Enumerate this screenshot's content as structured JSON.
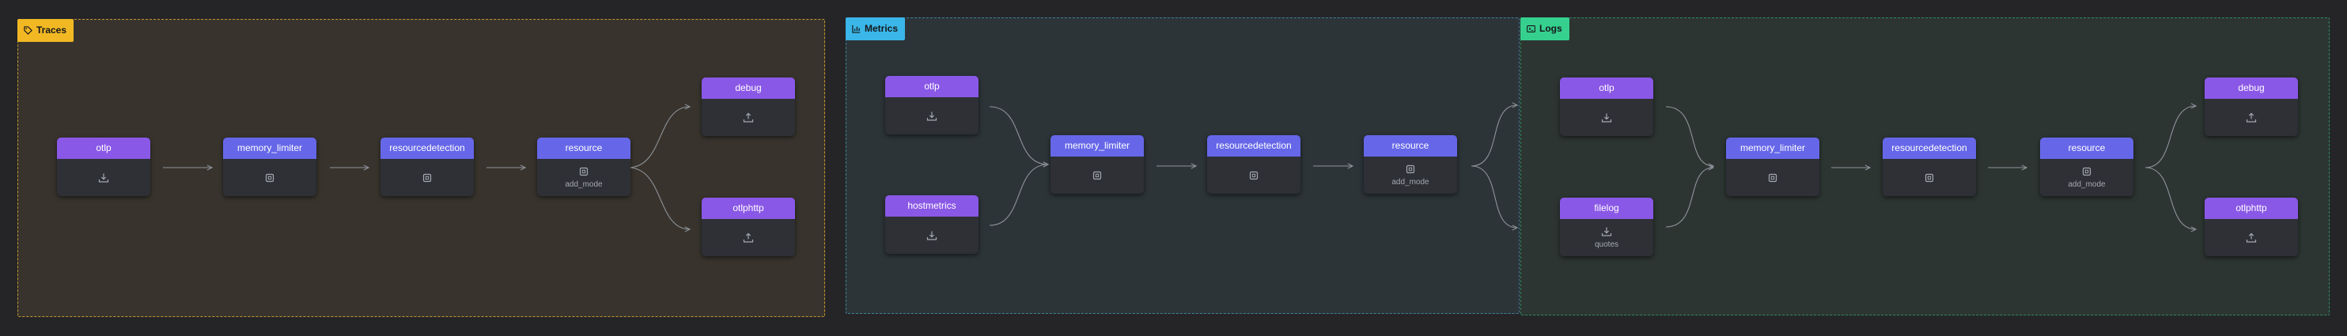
{
  "colors": {
    "traces": "#f2b824",
    "metrics": "#3ab6e8",
    "logs": "#36d08e",
    "receiver_header": "#8a58e6",
    "processor_header": "#6667e8"
  },
  "pipelines": {
    "traces": {
      "label": "Traces",
      "icon": "tag-icon",
      "receivers": [
        {
          "name": "otlp",
          "icon": "receiver-icon"
        }
      ],
      "processors": [
        {
          "name": "memory_limiter",
          "icon": "cpu-icon"
        },
        {
          "name": "resourcedetection",
          "icon": "cpu-icon"
        },
        {
          "name": "resource",
          "icon": "cpu-icon",
          "detail": "add_mode"
        }
      ],
      "exporters": [
        {
          "name": "debug",
          "icon": "exporter-icon"
        },
        {
          "name": "otlphttp",
          "icon": "exporter-icon"
        }
      ]
    },
    "metrics": {
      "label": "Metrics",
      "icon": "bar-chart-icon",
      "receivers": [
        {
          "name": "otlp",
          "icon": "receiver-icon"
        },
        {
          "name": "hostmetrics",
          "icon": "receiver-icon"
        }
      ],
      "processors": [
        {
          "name": "memory_limiter",
          "icon": "cpu-icon"
        },
        {
          "name": "resourcedetection",
          "icon": "cpu-icon"
        },
        {
          "name": "resource",
          "icon": "cpu-icon",
          "detail": "add_mode"
        }
      ]
    },
    "logs": {
      "label": "Logs",
      "icon": "code-icon",
      "receivers": [
        {
          "name": "otlp",
          "icon": "receiver-icon"
        },
        {
          "name": "filelog",
          "icon": "receiver-icon",
          "detail": "quotes"
        }
      ],
      "processors": [
        {
          "name": "memory_limiter",
          "icon": "cpu-icon"
        },
        {
          "name": "resourcedetection",
          "icon": "cpu-icon"
        },
        {
          "name": "resource",
          "icon": "cpu-icon",
          "detail": "add_mode"
        }
      ],
      "exporters": [
        {
          "name": "debug",
          "icon": "exporter-icon"
        },
        {
          "name": "otlphttp",
          "icon": "exporter-icon"
        }
      ]
    }
  }
}
